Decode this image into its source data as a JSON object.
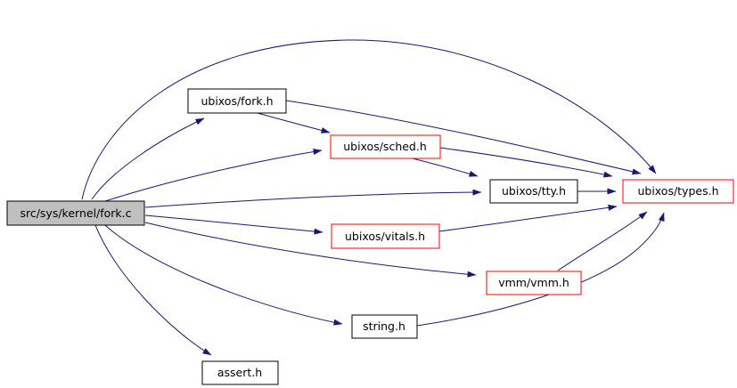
{
  "colors": {
    "background": "#ffffff",
    "edge": "#191970",
    "node_border_default": "#000000",
    "node_border_highlight": "#ff0000",
    "root_node_fill": "#c0c0c0",
    "node_fill": "#ffffff",
    "text": "#000000"
  },
  "nodes": {
    "forkc": {
      "label": "src/sys/kernel/fork.c",
      "kind": "root"
    },
    "forkh": {
      "label": "ubixos/fork.h",
      "kind": "default"
    },
    "schedh": {
      "label": "ubixos/sched.h",
      "kind": "highlight"
    },
    "ttyh": {
      "label": "ubixos/tty.h",
      "kind": "default"
    },
    "typesh": {
      "label": "ubixos/types.h",
      "kind": "highlight"
    },
    "vitalsh": {
      "label": "ubixos/vitals.h",
      "kind": "highlight"
    },
    "vmmh": {
      "label": "vmm/vmm.h",
      "kind": "highlight"
    },
    "stringh": {
      "label": "string.h",
      "kind": "default"
    },
    "asserth": {
      "label": "assert.h",
      "kind": "default"
    }
  },
  "edges": [
    {
      "from": "src/sys/kernel/fork.c",
      "to": "ubixos/fork.h"
    },
    {
      "from": "src/sys/kernel/fork.c",
      "to": "ubixos/types.h"
    },
    {
      "from": "src/sys/kernel/fork.c",
      "to": "ubixos/sched.h"
    },
    {
      "from": "src/sys/kernel/fork.c",
      "to": "ubixos/tty.h"
    },
    {
      "from": "src/sys/kernel/fork.c",
      "to": "ubixos/vitals.h"
    },
    {
      "from": "src/sys/kernel/fork.c",
      "to": "vmm/vmm.h"
    },
    {
      "from": "src/sys/kernel/fork.c",
      "to": "string.h"
    },
    {
      "from": "src/sys/kernel/fork.c",
      "to": "assert.h"
    },
    {
      "from": "ubixos/fork.h",
      "to": "ubixos/sched.h"
    },
    {
      "from": "ubixos/fork.h",
      "to": "ubixos/types.h"
    },
    {
      "from": "ubixos/sched.h",
      "to": "ubixos/tty.h"
    },
    {
      "from": "ubixos/sched.h",
      "to": "ubixos/types.h"
    },
    {
      "from": "ubixos/tty.h",
      "to": "ubixos/types.h"
    },
    {
      "from": "ubixos/vitals.h",
      "to": "ubixos/types.h"
    },
    {
      "from": "vmm/vmm.h",
      "to": "ubixos/types.h"
    },
    {
      "from": "string.h",
      "to": "ubixos/types.h"
    }
  ]
}
